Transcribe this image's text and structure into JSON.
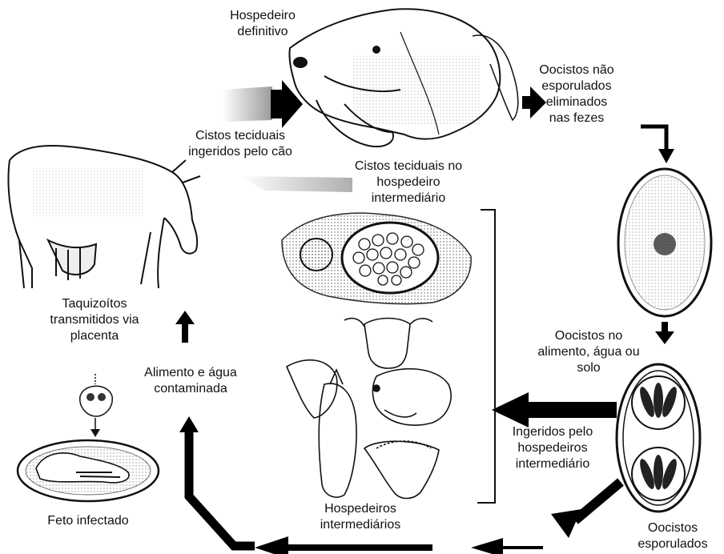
{
  "labels": {
    "definitive_host": "Hospedeiro\ndefinitivo",
    "unsporulated_oocysts": "Oocistos não\nesporulados\neliminados\nnas fezes",
    "tissue_cysts_ingested": "Cistos teciduais\ningeridos pelo cão",
    "tissue_cysts_intermediate": "Cistos teciduais no\nhospedeiro\nintermediário",
    "tachyzoites": "Taquizoítos\ntransmitidos via\nplacenta",
    "food_water": "Alimento e água\ncontaminada",
    "oocysts_environment": "Oocistos no\nalimento, água ou\nsolo",
    "ingested_by_intermediate": "Ingeridos pelo\nhospedeiros\nintermediário",
    "infected_fetus": "Feto infectado",
    "intermediate_hosts": "Hospedeiros\nintermediários",
    "sporulated_oocysts": "Oocistos\nesporulados"
  },
  "icons": {
    "dog": "dog-head-icon",
    "cow": "cow-icon",
    "tissue_cyst": "tissue-cyst-icon",
    "unsporulated_oocyst": "unsporulated-oocyst-icon",
    "sporulated_oocyst": "sporulated-oocyst-icon",
    "fetus": "fetus-icon",
    "placenta": "placenta-icon",
    "intermediate_animals": "intermediate-hosts-icon"
  },
  "colors": {
    "ink": "#111111",
    "arrow": "#000000",
    "shade": "#bdbdbd"
  }
}
